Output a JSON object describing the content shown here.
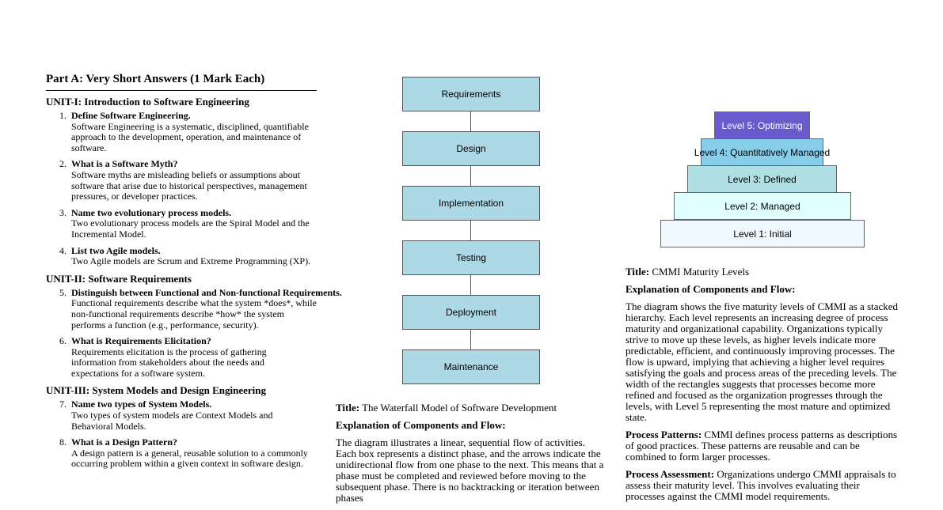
{
  "part_a": {
    "title": "Part A: Very Short Answers (1 Mark Each)",
    "units": [
      {
        "title": "UNIT-I: Introduction to Software Engineering",
        "questions": [
          {
            "num": "1.",
            "q": "Define Software Engineering.",
            "a": "Software Engineering is a systematic, disciplined, quantifiable approach to the development, operation, and maintenance of software."
          },
          {
            "num": "2.",
            "q": "What is a Software Myth?",
            "a": "Software myths are misleading beliefs or assumptions about software that arise due to historical perspectives, management pressures, or developer practices."
          },
          {
            "num": "3.",
            "q": "Name two evolutionary process models.",
            "a": "Two evolutionary process models are the Spiral Model and the Incremental Model."
          },
          {
            "num": "4.",
            "q": "List two Agile models.",
            "a": "Two Agile models are Scrum and Extreme Programming (XP)."
          }
        ]
      },
      {
        "title": "UNIT-II: Software Requirements",
        "questions": [
          {
            "num": "5.",
            "q": "Distinguish between Functional and Non-functional Requirements.",
            "a": "Functional requirements describe what the system *does*, while non-functional requirements describe *how* the system performs a function (e.g., performance, security)."
          },
          {
            "num": "6.",
            "q": "What is Requirements Elicitation?",
            "a": "Requirements elicitation is the process of gathering information from stakeholders about the needs and expectations for a software system."
          }
        ]
      },
      {
        "title": "UNIT-III: System Models and Design Engineering",
        "questions": [
          {
            "num": "7.",
            "q": "Name two types of System Models.",
            "a": "Two types of system models are Context Models and Behavioral Models."
          },
          {
            "num": "8.",
            "q": "What is a Design Pattern?",
            "a": "A design pattern is a general, reusable solution to a commonly occurring problem within a given context in software design."
          }
        ]
      }
    ]
  },
  "waterfall": {
    "phases": [
      "Requirements",
      "Design",
      "Implementation",
      "Testing",
      "Deployment",
      "Maintenance"
    ],
    "colors": {
      "box": "#add8e6",
      "border": "#555555"
    },
    "title_label": "Title:",
    "title": "The Waterfall Model of Software Development",
    "explanation_heading": "Explanation of Components and Flow:",
    "explanation": "The diagram illustrates a linear, sequential flow of activities. Each box represents a distinct phase, and the arrows indicate the unidirectional flow from one phase to the next. This means that a phase must be completed and reviewed before moving to the subsequent phase. There is no backtracking or iteration between phases"
  },
  "cmmi": {
    "levels": [
      {
        "label": "Level 5: Optimizing",
        "color": "#6a5acd",
        "text_color": "#ffffff"
      },
      {
        "label": "Level 4: Quantitatively Managed",
        "color": "#87ceeb",
        "text_color": "#000000"
      },
      {
        "label": "Level 3: Defined",
        "color": "#b0e0e6",
        "text_color": "#000000"
      },
      {
        "label": "Level 2: Managed",
        "color": "#e0ffff",
        "text_color": "#000000"
      },
      {
        "label": "Level 1: Initial",
        "color": "#f0f8ff",
        "text_color": "#000000"
      }
    ],
    "title_label": "Title:",
    "title": "CMMI Maturity Levels",
    "explanation_heading": "Explanation of Components and Flow:",
    "explanation": "The diagram shows the five maturity levels of CMMI as a stacked hierarchy. Each level represents an increasing degree of process maturity and organizational capability. Organizations typically strive to move up these levels, as higher levels indicate more predictable, efficient, and continuously improving processes. The flow is upward, implying that achieving a higher level requires satisfying the goals and process areas of the preceding levels. The width of the rectangles suggests that processes become more refined and focused as the organization progresses through the levels, with Level 5 representing the most mature and optimized state.",
    "process_patterns_label": "Process Patterns:",
    "process_patterns": "CMMI defines process patterns as descriptions of good practices. These patterns are reusable and can be combined to form larger processes.",
    "process_assessment_label": "Process Assessment:",
    "process_assessment": "Organizations undergo CMMI appraisals to assess their maturity level. This involves evaluating their processes against the CMMI model requirements."
  }
}
